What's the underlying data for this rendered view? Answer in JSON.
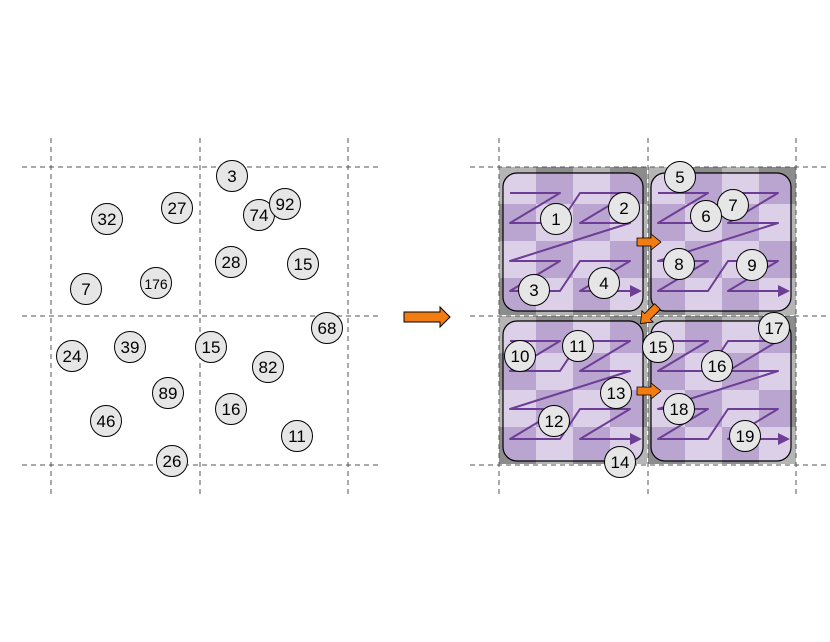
{
  "colors": {
    "node_fill": "#e6e6e6",
    "node_stroke": "#000000",
    "grid_line": "#555555",
    "cell_light": "#dcd0e8",
    "cell_dark": "#b9a5cf",
    "gray_light": "#b5b5b5",
    "gray_dark": "#8c8c8c",
    "path": "#6e3d96",
    "arrow": "#f07c12",
    "arrow_stroke": "#000000"
  },
  "left_panel": {
    "nodes": [
      "3",
      "27",
      "74",
      "92",
      "32",
      "28",
      "15",
      "7",
      "176",
      "68",
      "39",
      "15",
      "24",
      "82",
      "89",
      "16",
      "46",
      "11",
      "26"
    ]
  },
  "right_panel": {
    "nodes": [
      "5",
      "7",
      "1",
      "2",
      "6",
      "8",
      "9",
      "3",
      "4",
      "17",
      "11",
      "10",
      "15",
      "16",
      "13",
      "18",
      "12",
      "19",
      "14"
    ]
  },
  "transition_arrow": "right-arrow"
}
